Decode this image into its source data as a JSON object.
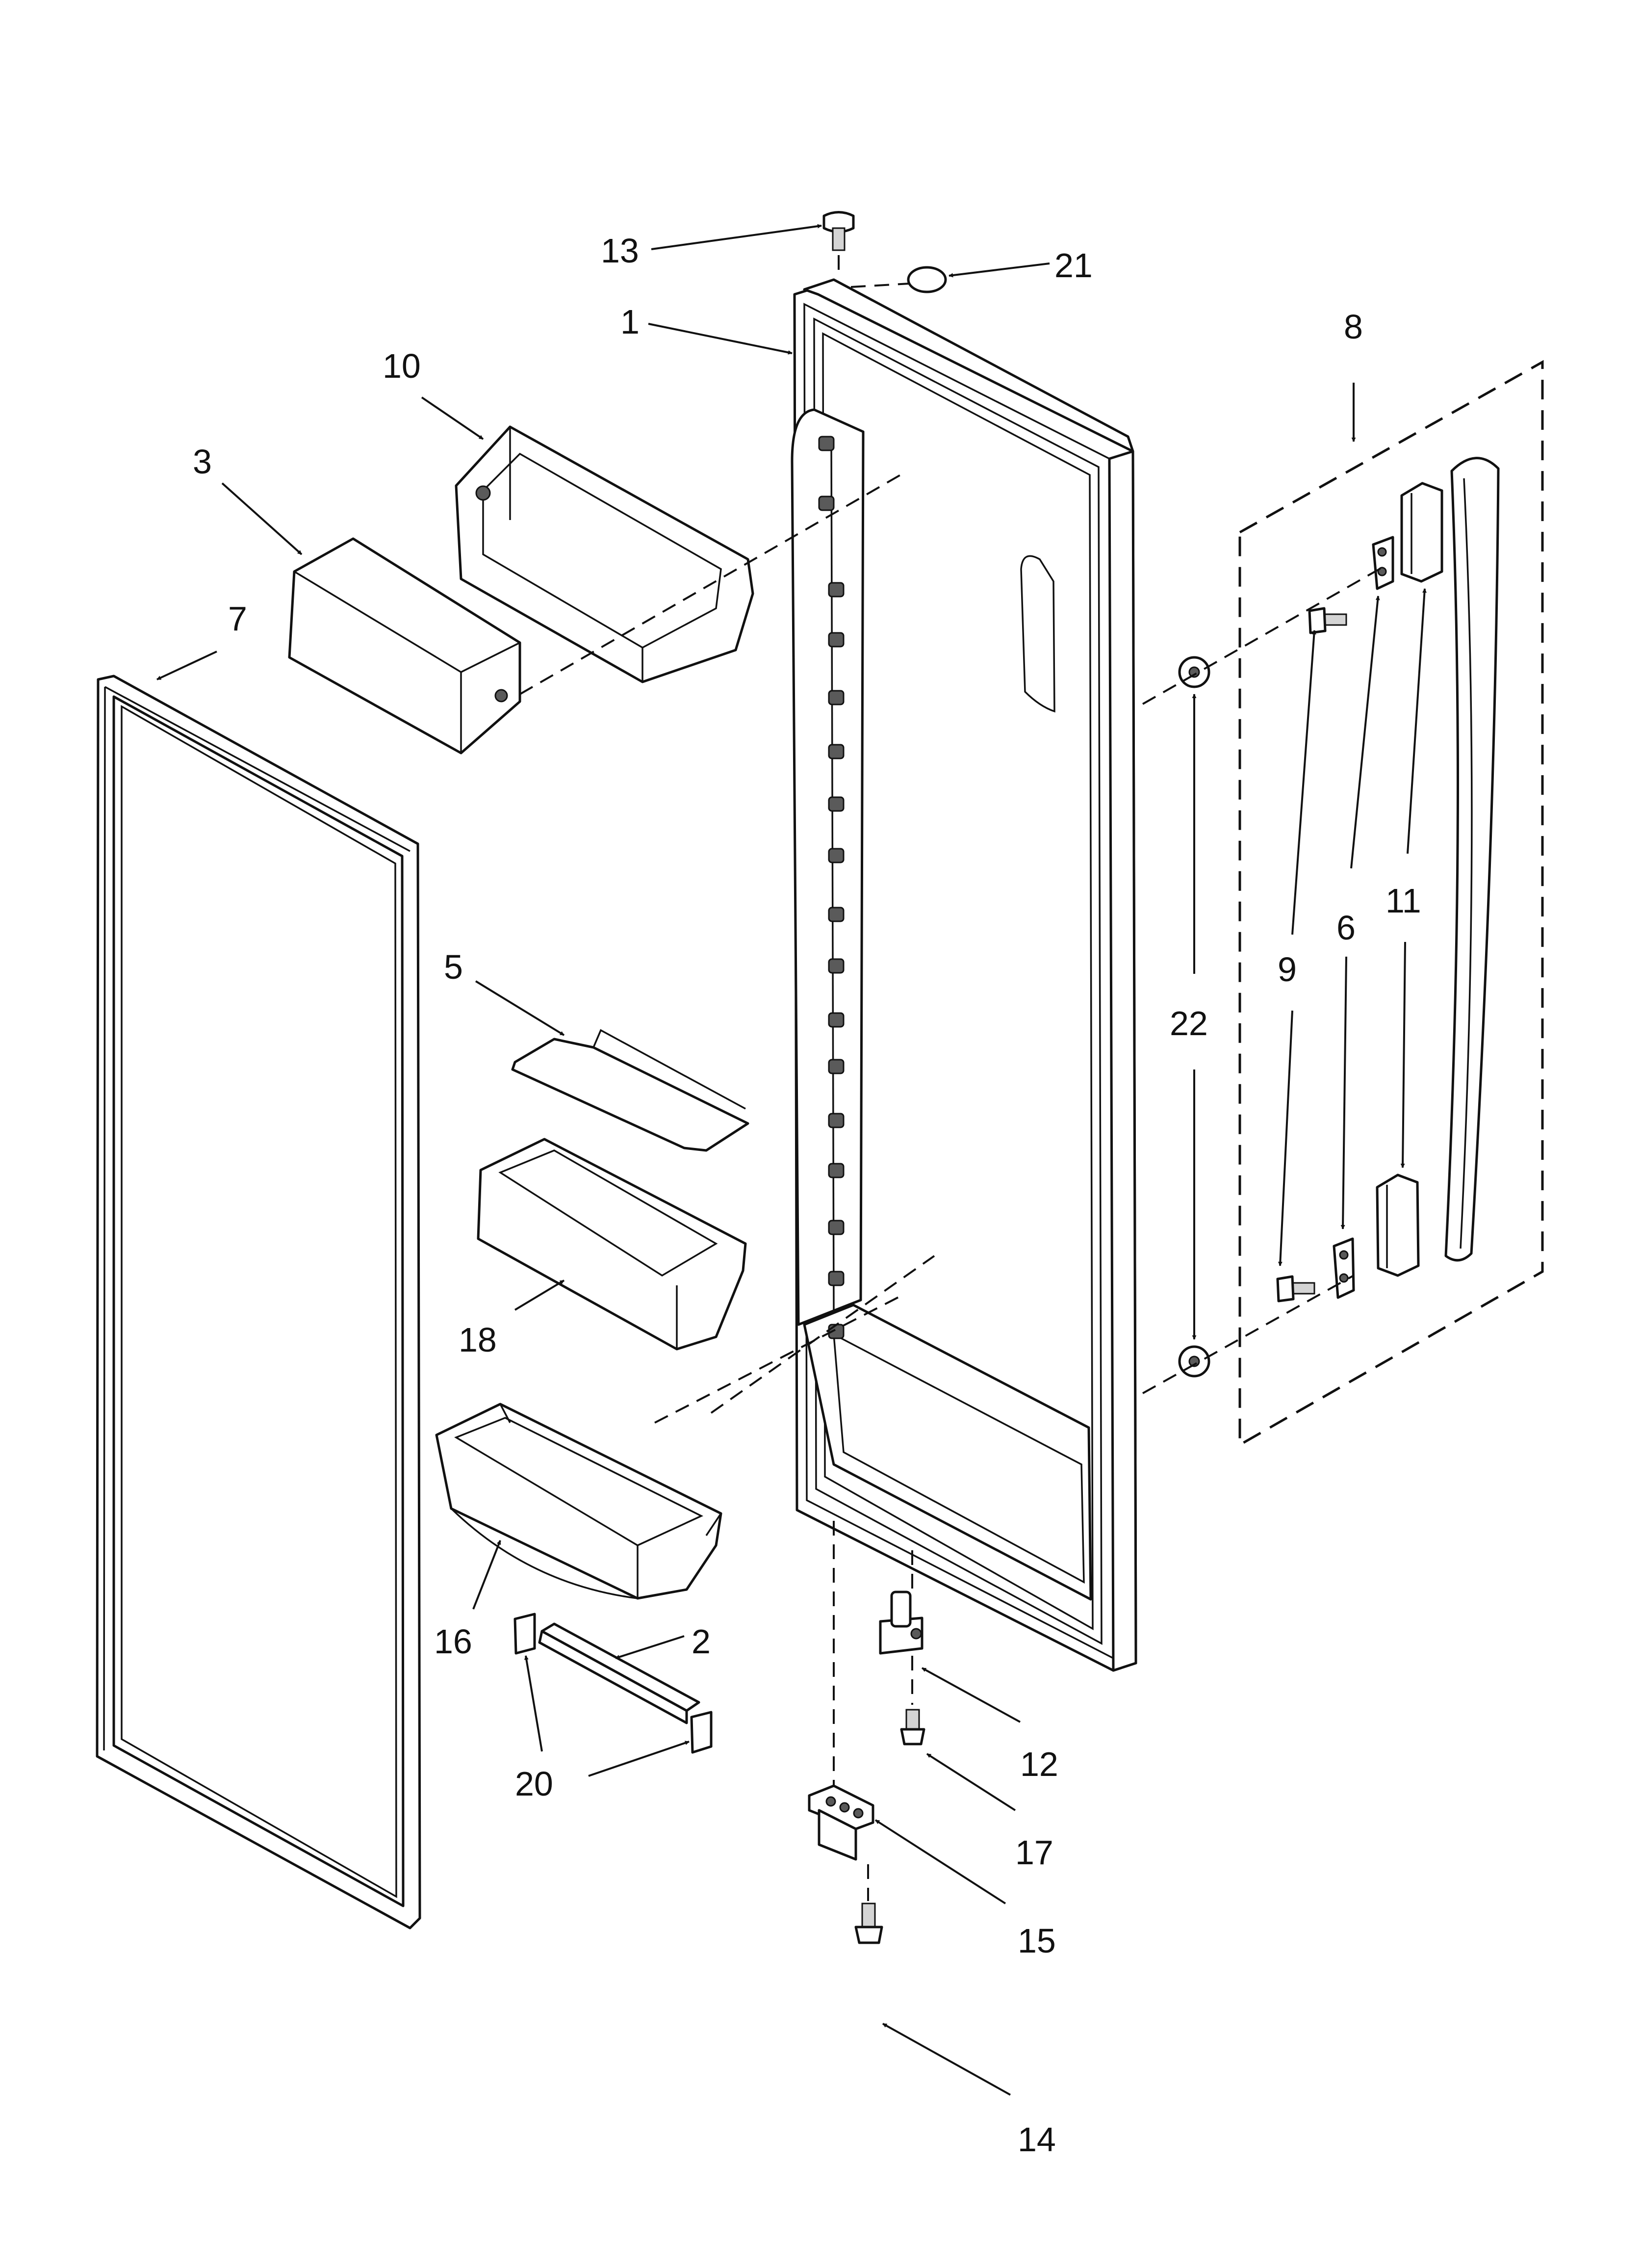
{
  "callouts": [
    {
      "id": "1",
      "label": "1"
    },
    {
      "id": "2",
      "label": "2"
    },
    {
      "id": "3",
      "label": "3"
    },
    {
      "id": "5",
      "label": "5"
    },
    {
      "id": "6",
      "label": "6"
    },
    {
      "id": "7",
      "label": "7"
    },
    {
      "id": "8",
      "label": "8"
    },
    {
      "id": "9",
      "label": "9"
    },
    {
      "id": "10",
      "label": "10"
    },
    {
      "id": "11",
      "label": "11"
    },
    {
      "id": "12",
      "label": "12"
    },
    {
      "id": "13",
      "label": "13"
    },
    {
      "id": "14",
      "label": "14"
    },
    {
      "id": "15",
      "label": "15"
    },
    {
      "id": "16",
      "label": "16"
    },
    {
      "id": "17",
      "label": "17"
    },
    {
      "id": "18",
      "label": "18"
    },
    {
      "id": "20",
      "label": "20"
    },
    {
      "id": "21",
      "label": "21"
    },
    {
      "id": "22",
      "label": "22"
    }
  ]
}
